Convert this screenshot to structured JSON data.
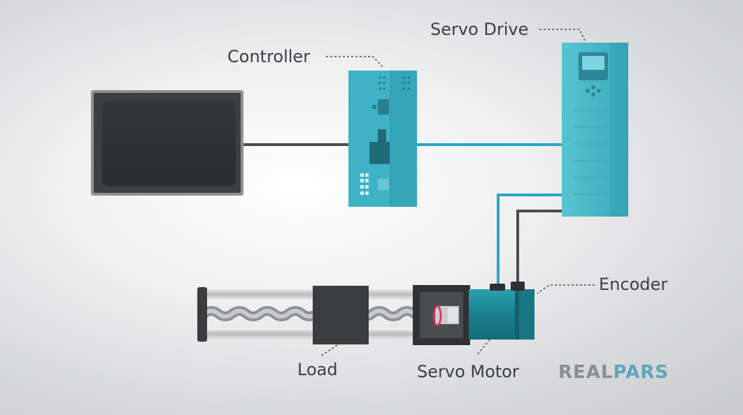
{
  "labels": {
    "controller": "Controller",
    "servo_drive": "Servo Drive",
    "encoder": "Encoder",
    "load": "Load",
    "servo_motor": "Servo Motor"
  },
  "logo": {
    "part1": "REAL",
    "part2": "PARS",
    "color1": "#8a8e92",
    "color2": "#5aa6bd"
  },
  "colors": {
    "cable_teal": "#2aa7c4",
    "cable_dark": "#4a4c4f",
    "device_teal": "#3eb1c3",
    "motor_teal": "#1f8c9a"
  }
}
